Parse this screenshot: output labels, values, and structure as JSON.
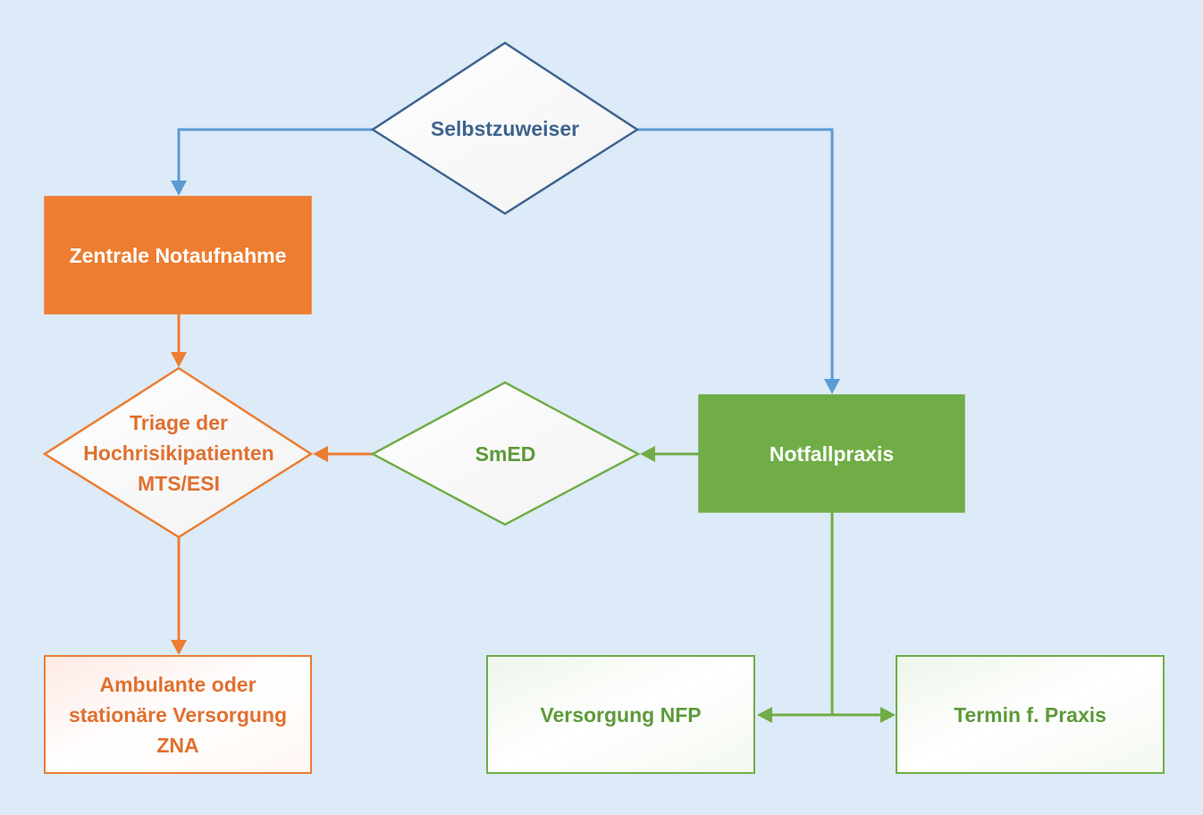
{
  "colors": {
    "background": "#ddeaf7",
    "blue_line": "#5b9bd5",
    "blue_text": "#3e648e",
    "blue_stroke": "#3e648e",
    "orange_fill": "#ed7d31",
    "orange_text": "#e07030",
    "green_fill": "#70ad47",
    "green_text": "#5d9a3a"
  },
  "nodes": {
    "selbstzuweiser": {
      "label": "Selbstzuweiser"
    },
    "zna": {
      "label": "Zentrale Notaufnahme"
    },
    "triage": {
      "label": "Triage der\nHochrisikipatienten\nMTS/ESI"
    },
    "smed": {
      "label": "SmED"
    },
    "notfallpraxis": {
      "label": "Notfallpraxis"
    },
    "ambulante": {
      "label": "Ambulante oder\nstationäre Versorgung\nZNA"
    },
    "versorgung_nfp": {
      "label": "Versorgung NFP"
    },
    "termin": {
      "label": "Termin f. Praxis"
    }
  }
}
